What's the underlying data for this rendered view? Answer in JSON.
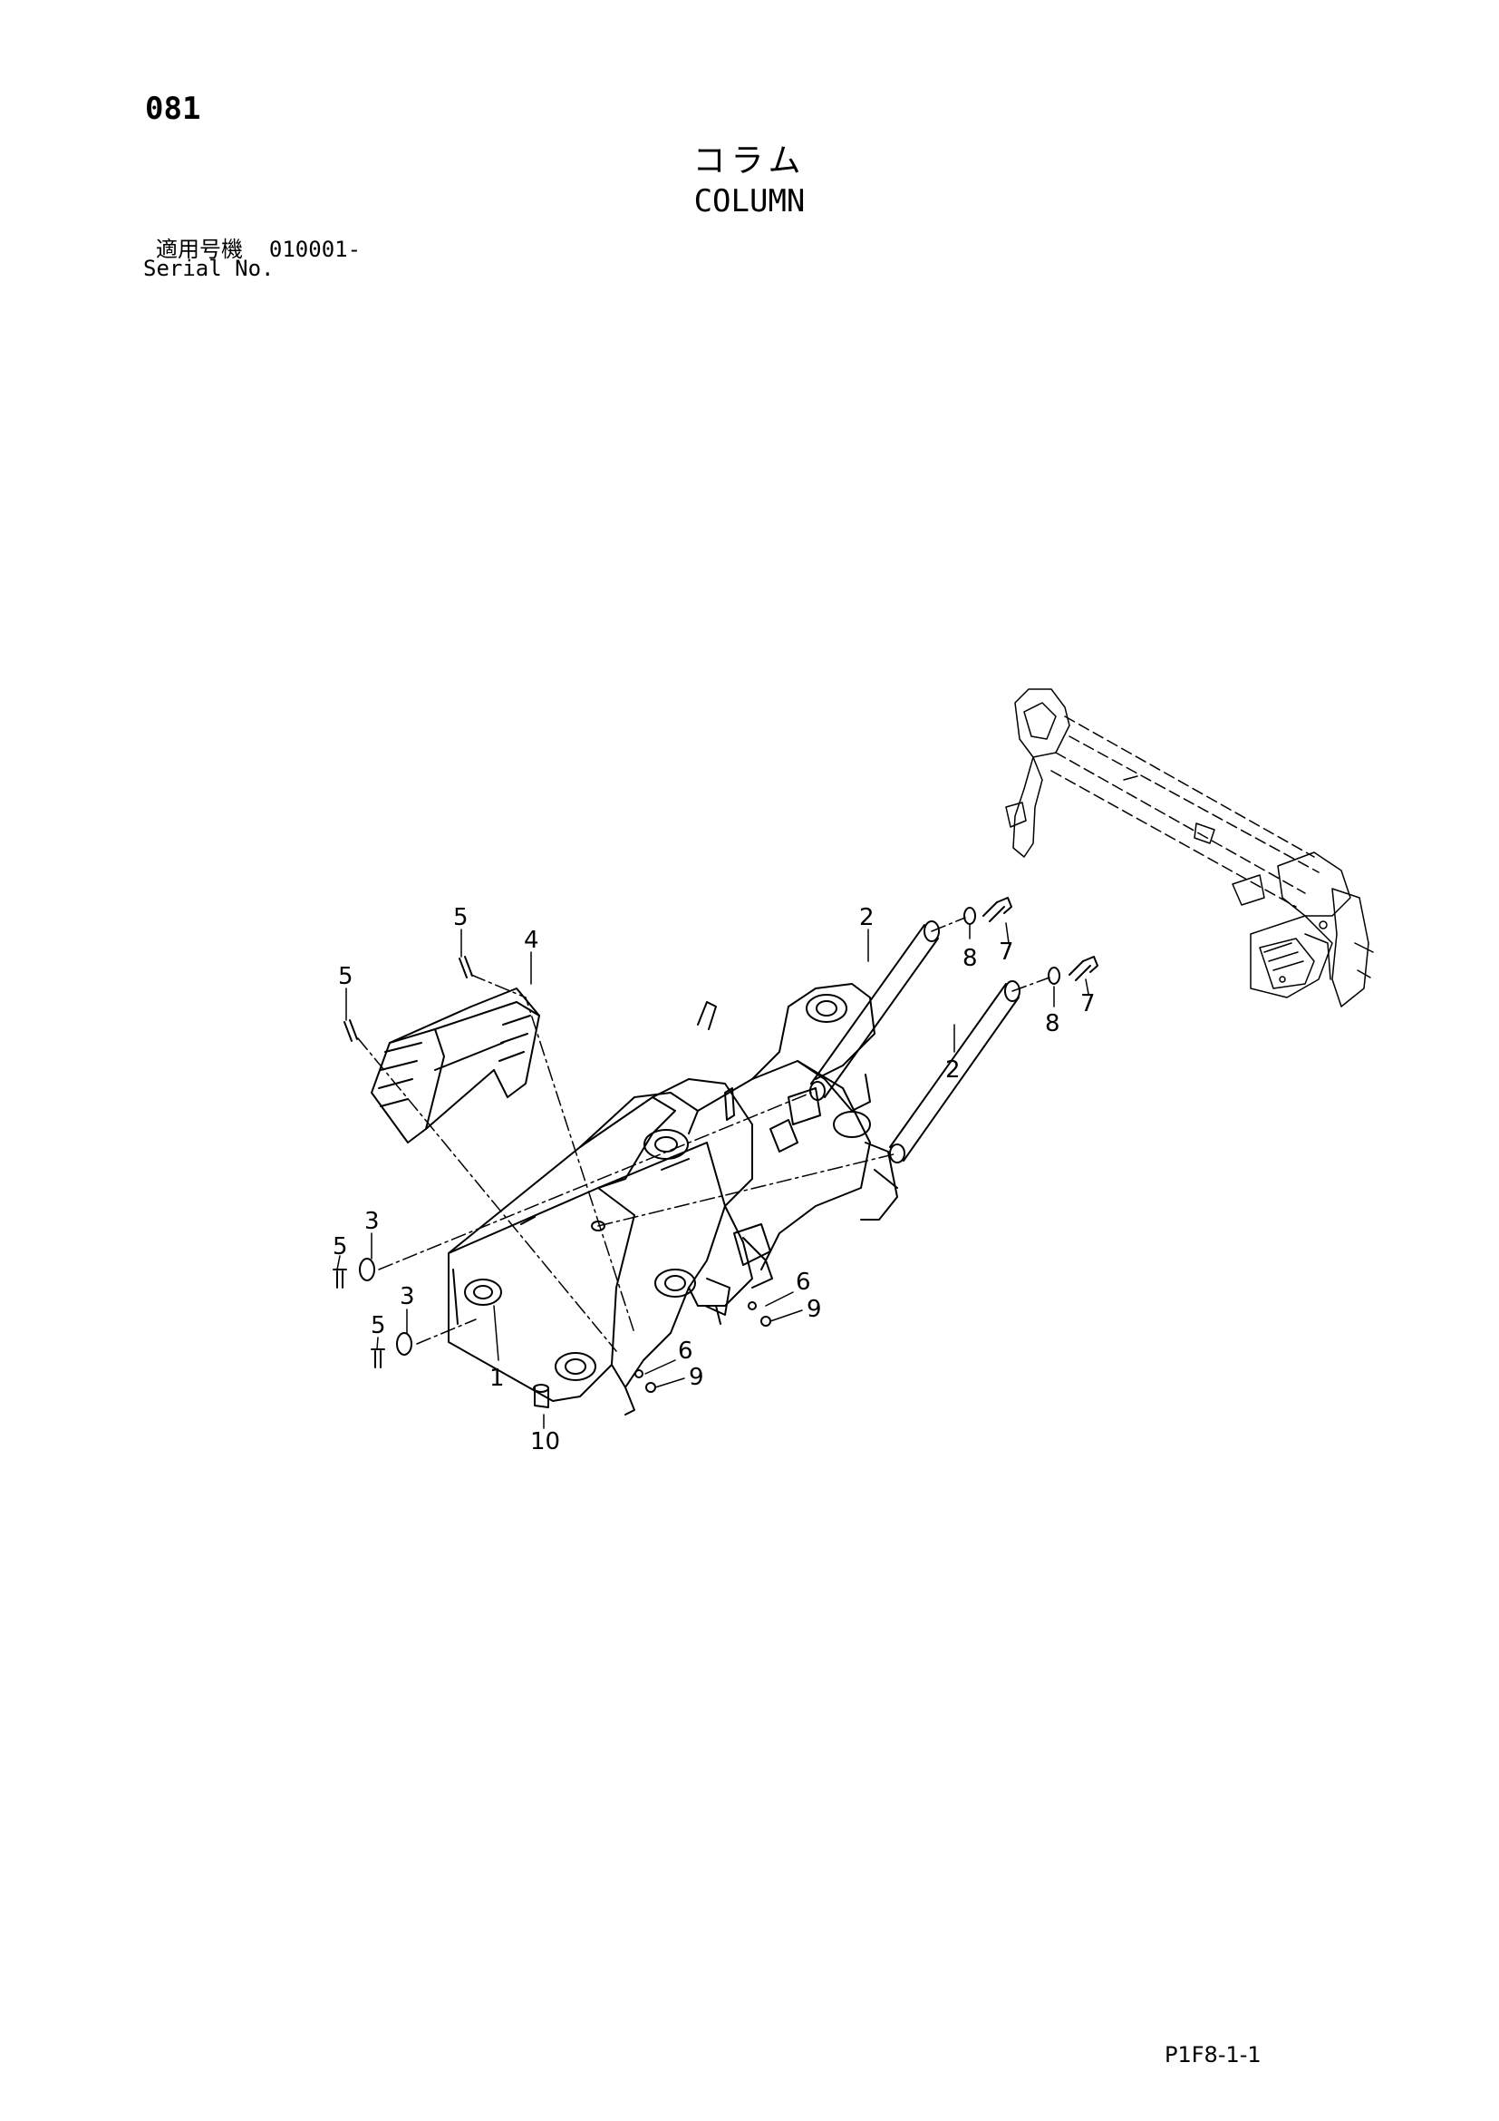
{
  "header": {
    "page_number": "081",
    "title_jp": "コラム",
    "title_en": "COLUMN",
    "serial_label_jp": "適用号機",
    "serial_value": "010001-",
    "serial_label_en": "Serial No."
  },
  "footer": {
    "code": "P1F8-1-1"
  },
  "callouts": {
    "c1": "1",
    "c2a": "2",
    "c2b": "2",
    "c3a": "3",
    "c3b": "3",
    "c4": "4",
    "c5a": "5",
    "c5b": "5",
    "c5c": "5",
    "c5d": "5",
    "c6a": "6",
    "c6b": "6",
    "c7a": "7",
    "c7b": "7",
    "c8a": "8",
    "c8b": "8",
    "c9a": "9",
    "c9b": "9",
    "c10": "10"
  }
}
